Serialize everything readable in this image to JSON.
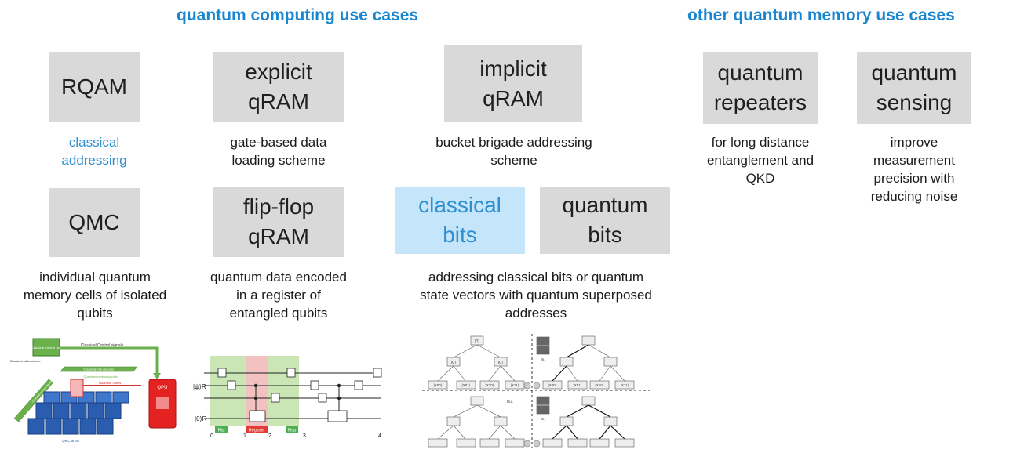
{
  "headings": {
    "quantum_computing": "quantum computing use cases",
    "other_memory": "other quantum memory use cases"
  },
  "boxes": {
    "rqam": "RQAM",
    "explicit": "explicit qRAM",
    "implicit": "implicit qRAM",
    "qmc": "QMC",
    "flipflop": "flip-flop qRAM",
    "classical_bits": "classical bits",
    "quantum_bits": "quantum bits",
    "repeaters": "quantum repeaters",
    "sensing": "quantum sensing"
  },
  "descriptions": {
    "rqam": "classical addressing",
    "explicit": "gate-based data loading scheme",
    "implicit": "bucket brigade addressing scheme",
    "qmc": "individual quantum memory cells of isolated qubits",
    "flipflop": "quantum data encoded in a register of entangled qubits",
    "bits": "addressing classical bits or quantum state vectors with quantum superposed addresses",
    "repeaters": "for long distance entanglement and QKD",
    "sensing": "improve measurement precision with reducing noise"
  },
  "qmc_figure": {
    "control_unit": "Classical Control Unit",
    "control_signals": "Classical Control signals",
    "address_info": "Classical address info",
    "row_decoder": "Classical row decoder",
    "column_decoder": "Classical column decoder",
    "quantum_control": "Quantum control signals",
    "quantum_gates": "Quantum Gates",
    "qpu": "QPU",
    "array": "QMC array"
  },
  "flipflop_figure": {
    "flip": "Flip",
    "register": "Register",
    "flop": "Flop",
    "psi_label": "|ψ⟩R",
    "zero_label": "|0⟩R",
    "ticks": [
      "0",
      "1",
      "2",
      "3",
      "4"
    ]
  },
  "tree_figure": {
    "root": "|0⟩",
    "mid": "|0⟩",
    "leaves": [
      "|X00⟩",
      "|X01⟩",
      "|X10⟩",
      "|X11⟩"
    ],
    "in_label": "In.",
    "out_label": "Out."
  }
}
